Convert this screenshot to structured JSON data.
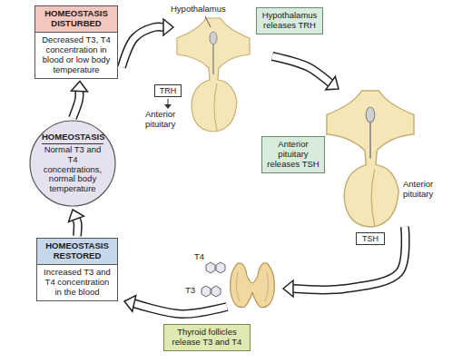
{
  "diagram": {
    "nodes": [
      {
        "text": [
          "HOMEOSTASIS DISTURBED",
          "Decreased T3, T4 concentration in blood or low body temperature"
        ]
      },
      {
        "text": [
          "Hypothalamus releases TRH"
        ]
      },
      {
        "text": [
          "TRH"
        ]
      },
      {
        "text": [
          "Anterior pituitary releases TSH"
        ]
      },
      {
        "text": [
          "TSH"
        ]
      },
      {
        "text": [
          "HOMEOSTASIS",
          "Normal T3 and T4 concentrations, normal body temperature"
        ]
      },
      {
        "text": [
          "HOMEOSTASIS RESTORED",
          "Increased T3 and T4 concentration in the blood"
        ]
      },
      {
        "text": [
          "Thyroid follicles release T3 and T4"
        ]
      }
    ],
    "edges": [
      {
        "from": 6,
        "to": 5,
        "arrow": "to"
      },
      {
        "from": 5,
        "to": 0,
        "arrow": "to"
      }
    ],
    "labels": [
      "Hypothalamus",
      "Anterior pituitary",
      "Anterior pituitary",
      "T4",
      "T3"
    ]
  }
}
